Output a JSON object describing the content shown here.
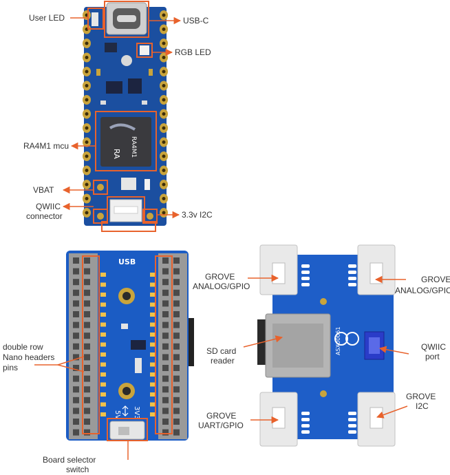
{
  "colors": {
    "accent": "#e8622c",
    "pcb_blue": "#1b4fa0",
    "pcb_dark": "#102d66",
    "gold": "#c9a43c",
    "connector": "#e9e9e9",
    "header": "#8c8c8c"
  },
  "top_board": {
    "labels": {
      "user_led": "User LED",
      "usb_c": "USB-C",
      "rgb_led": "RGB LED",
      "mcu": "RA4M1 mcu",
      "vbat": "VBAT",
      "qwiic_line1": "QWIIC",
      "qwiic_line2": "connector",
      "i2c_3v3": "3.3v I2C"
    },
    "chip_text": "RA4M1",
    "chip_logo": "RA"
  },
  "left_board": {
    "labels": {
      "headers_line1": "double row",
      "headers_line2": "Nano headers",
      "headers_line3": "pins",
      "selector_line1": "Board selector",
      "selector_line2": "switch"
    },
    "silk_usb": "USB",
    "silk_5v": "5V",
    "silk_3v3": "3V3"
  },
  "right_board": {
    "labels": {
      "grove_analog_left_1": "GROVE",
      "grove_analog_left_2": "ANALOG/GPIO",
      "grove_analog_right_1": "GROVE",
      "grove_analog_right_2": "ANALOG/GPIO",
      "sd_line1": "SD card",
      "sd_line2": "reader",
      "qwiic_line1": "QWIIC",
      "qwiic_line2": "port",
      "grove_uart_1": "GROVE",
      "grove_uart_2": "UART/GPIO",
      "grove_i2c_1": "GROVE",
      "grove_i2c_2": "I2C"
    },
    "silk_code": "ASX00061"
  }
}
